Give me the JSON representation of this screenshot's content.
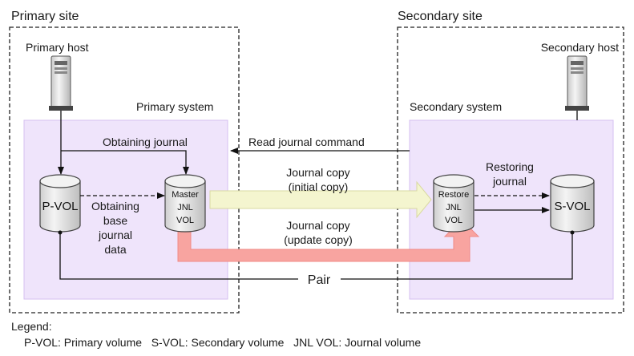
{
  "primary_site": {
    "site_label": "Primary site",
    "host_label": "Primary host",
    "system_label": "Primary system",
    "pvol_label": "P-VOL",
    "master_jnl": [
      "Master",
      "JNL",
      "VOL"
    ],
    "obtaining_journal": "Obtaining journal",
    "obtaining_base": [
      "Obtaining",
      "base",
      "journal",
      "data"
    ]
  },
  "secondary_site": {
    "site_label": "Secondary site",
    "host_label": "Secondary host",
    "system_label": "Secondary system",
    "svol_label": "S-VOL",
    "restore_jnl": [
      "Restore",
      "JNL",
      "VOL"
    ],
    "restoring_journal": [
      "Restoring",
      "journal"
    ]
  },
  "links": {
    "read_journal_command": "Read journal command",
    "journal_copy_initial": [
      "Journal copy",
      "(initial copy)"
    ],
    "journal_copy_update": [
      "Journal copy",
      "(update copy)"
    ],
    "pair": "Pair"
  },
  "legend": {
    "title": "Legend:",
    "items": "P-VOL: Primary volume   S-VOL: Secondary volume   JNL VOL: Journal volume"
  },
  "colors": {
    "system_fill": "#efe4fb",
    "system_stroke": "#d4bff0",
    "initial_copy_arrow": "#f4f5cf",
    "update_copy_arrow": "#f8a4a0",
    "cylinder_body": "#e4e4e4"
  }
}
